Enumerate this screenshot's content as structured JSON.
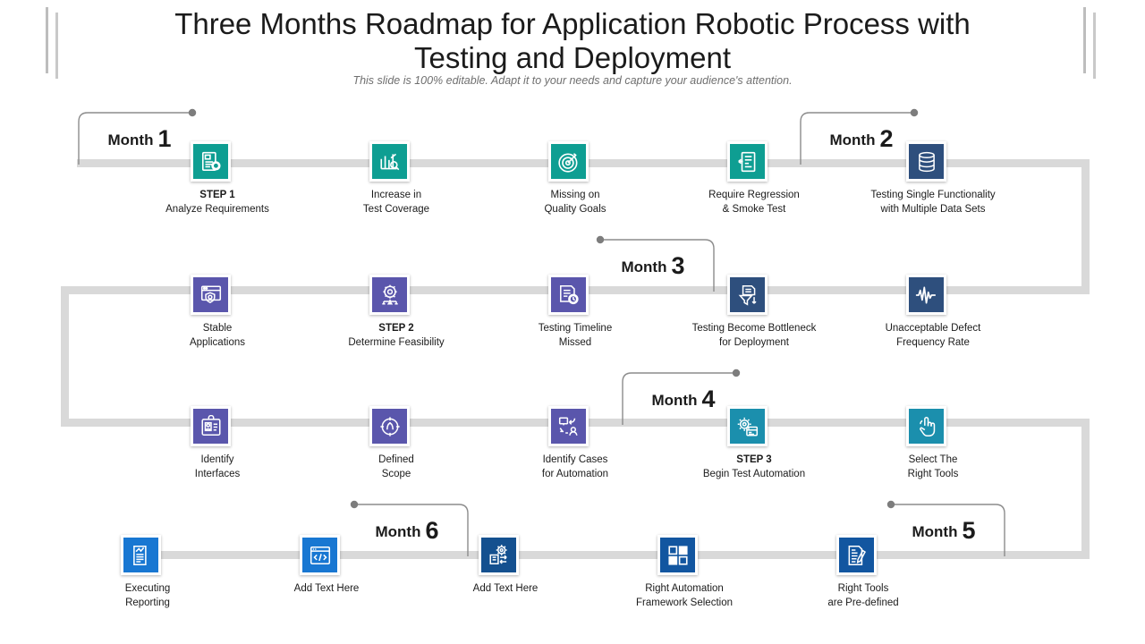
{
  "header": {
    "title": "Three Months Roadmap for Application Robotic Process with Testing and Deployment",
    "subtitle": "This slide is 100% editable. Adapt it to your needs and capture your audience's attention."
  },
  "palette": {
    "teal": "#0e9e92",
    "navy": "#2e4f7d",
    "purple": "#5a56ac",
    "cyan": "#1b8fad",
    "blue_bright": "#1877d2",
    "blue_deep": "#1256a0",
    "navy_deep": "#14508f",
    "rail": "#d9d9d9",
    "text": "#1b1b1b"
  },
  "months": [
    {
      "id": "month-1",
      "label": "Month",
      "number": "1",
      "direction": "right"
    },
    {
      "id": "month-2",
      "label": "Month",
      "number": "2",
      "direction": "right"
    },
    {
      "id": "month-3",
      "label": "Month",
      "number": "3",
      "direction": "left"
    },
    {
      "id": "month-4",
      "label": "Month",
      "number": "4",
      "direction": "right"
    },
    {
      "id": "month-5",
      "label": "Month",
      "number": "5",
      "direction": "left"
    },
    {
      "id": "month-6",
      "label": "Month",
      "number": "6",
      "direction": "left"
    }
  ],
  "rows": [
    {
      "id": "row-1",
      "nodes": [
        {
          "id": "analyze-requirements",
          "icon": "document-search-icon",
          "color": "#0e9e92",
          "bold": "STEP 1",
          "lines": [
            "Analyze Requirements"
          ]
        },
        {
          "id": "increase-test-coverage",
          "icon": "bar-chart-search-icon",
          "color": "#0e9e92",
          "bold": "",
          "lines": [
            "Increase in",
            "Test Coverage"
          ]
        },
        {
          "id": "missing-quality-goals",
          "icon": "target-icon",
          "color": "#0e9e92",
          "bold": "",
          "lines": [
            "Missing on",
            "Quality Goals"
          ]
        },
        {
          "id": "regression-smoke-test",
          "icon": "checklist-hand-icon",
          "color": "#0e9e92",
          "bold": "",
          "lines": [
            "Require Regression",
            "& Smoke Test"
          ]
        },
        {
          "id": "testing-single-functionality",
          "icon": "database-stack-icon",
          "color": "#2e4f7d",
          "bold": "",
          "lines": [
            "Testing Single Functionality",
            "with Multiple Data Sets"
          ]
        }
      ]
    },
    {
      "id": "row-2",
      "nodes": [
        {
          "id": "stable-applications",
          "icon": "browser-shield-icon",
          "color": "#5a56ac",
          "bold": "",
          "lines": [
            "Stable",
            "Applications"
          ]
        },
        {
          "id": "determine-feasibility",
          "icon": "gear-network-icon",
          "color": "#5a56ac",
          "bold": "STEP 2",
          "lines": [
            "Determine Feasibility"
          ]
        },
        {
          "id": "testing-timeline-missed",
          "icon": "document-clock-icon",
          "color": "#5a56ac",
          "bold": "",
          "lines": [
            "Testing Timeline",
            "Missed"
          ]
        },
        {
          "id": "testing-bottleneck",
          "icon": "funnel-document-icon",
          "color": "#2e4f7d",
          "bold": "",
          "lines": [
            "Testing Become Bottleneck",
            "for Deployment"
          ]
        },
        {
          "id": "defect-frequency-rate",
          "icon": "pulse-wave-icon",
          "color": "#2e4f7d",
          "bold": "",
          "lines": [
            "Unacceptable Defect",
            "Frequency Rate"
          ]
        }
      ]
    },
    {
      "id": "row-3",
      "nodes": [
        {
          "id": "identify-interfaces",
          "icon": "id-badge-icon",
          "color": "#5a56ac",
          "bold": "",
          "lines": [
            "Identify",
            "Interfaces"
          ]
        },
        {
          "id": "defined-scope",
          "icon": "crosshair-icon",
          "color": "#5a56ac",
          "bold": "",
          "lines": [
            "Defined",
            "Scope"
          ]
        },
        {
          "id": "identify-cases-automation",
          "icon": "flow-user-icon",
          "color": "#5a56ac",
          "bold": "",
          "lines": [
            "Identify Cases",
            "for Automation"
          ]
        },
        {
          "id": "begin-test-automation",
          "icon": "gear-window-icon",
          "color": "#1b8fad",
          "bold": "STEP 3",
          "lines": [
            "Begin Test Automation"
          ]
        },
        {
          "id": "select-right-tools",
          "icon": "hand-tap-icon",
          "color": "#1b8fad",
          "bold": "",
          "lines": [
            "Select The",
            "Right Tools"
          ]
        }
      ]
    },
    {
      "id": "row-4",
      "nodes": [
        {
          "id": "executing-reporting",
          "icon": "report-chart-icon",
          "color": "#1877d2",
          "bold": "",
          "lines": [
            "Executing",
            "Reporting"
          ]
        },
        {
          "id": "add-text-here-1",
          "icon": "browser-code-icon",
          "color": "#1877d2",
          "bold": "",
          "lines": [
            "Add Text Here"
          ]
        },
        {
          "id": "add-text-here-2",
          "icon": "gear-exchange-icon",
          "color": "#14508f",
          "bold": "",
          "lines": [
            "Add Text Here"
          ]
        },
        {
          "id": "automation-framework-selection",
          "icon": "grid-blocks-icon",
          "color": "#1256a0",
          "bold": "",
          "lines": [
            "Right Automation",
            "Framework Selection"
          ]
        },
        {
          "id": "right-tools-predefined",
          "icon": "document-pen-icon",
          "color": "#1256a0",
          "bold": "",
          "lines": [
            "Right Tools",
            "are Pre-defined"
          ]
        }
      ]
    }
  ]
}
